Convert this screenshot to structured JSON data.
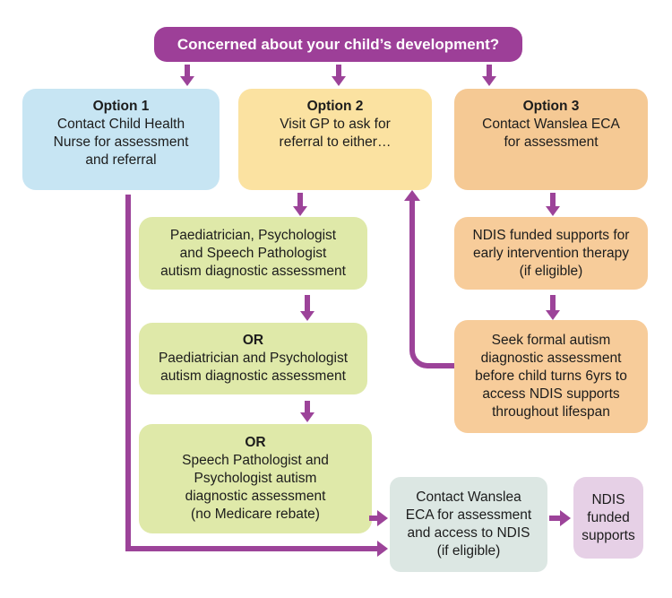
{
  "banner": {
    "label": "Concerned about your child’s development?"
  },
  "options": [
    {
      "title": "Option 1",
      "body": [
        "Contact Child Health",
        "Nurse for assessment",
        "and referral"
      ]
    },
    {
      "title": "Option 2",
      "body": [
        "Visit GP to ask for",
        "referral to either…"
      ]
    },
    {
      "title": "Option 3",
      "body": [
        "Contact Wanslea ECA",
        "for assessment"
      ]
    }
  ],
  "gp_pathway": [
    {
      "or_label": "",
      "body": [
        "Paediatrician, Psychologist",
        "and Speech Pathologist",
        "autism diagnostic assessment"
      ]
    },
    {
      "or_label": "OR",
      "body": [
        "Paediatrician and Psychologist",
        "autism diagnostic assessment"
      ]
    },
    {
      "or_label": "OR",
      "body": [
        "Speech Pathologist and",
        "Psychologist autism",
        "diagnostic assessment",
        "(no Medicare rebate)"
      ]
    }
  ],
  "wanslea_pathway": [
    {
      "body": [
        "NDIS funded supports for",
        "early intervention therapy",
        "(if eligible)"
      ]
    },
    {
      "body": [
        "Seek formal autism",
        "diagnostic assessment",
        "before child turns 6yrs to",
        "access NDIS supports",
        "throughout lifespan"
      ]
    }
  ],
  "ndis_access": {
    "body": [
      "Contact Wanslea",
      "ECA for assessment",
      "and access to NDIS",
      "(if eligible)"
    ]
  },
  "ndis_supports": {
    "body": [
      "NDIS",
      "funded",
      "supports"
    ]
  },
  "colors": {
    "background": "#ffffff",
    "text": "#1c1c1c",
    "banner_purple": "#9d3f98",
    "arrow_purple": "#9c4399",
    "option1_blue": "#c7e5f3",
    "option2_yellow": "#fbe2a1",
    "option3_orange": "#f5c994",
    "pathway_green": "#dfe9a9",
    "pathway_orange": "#f7cc9a",
    "ndis_access_teal": "#dce7e3",
    "ndis_supports_lilac": "#e6d0e6"
  }
}
